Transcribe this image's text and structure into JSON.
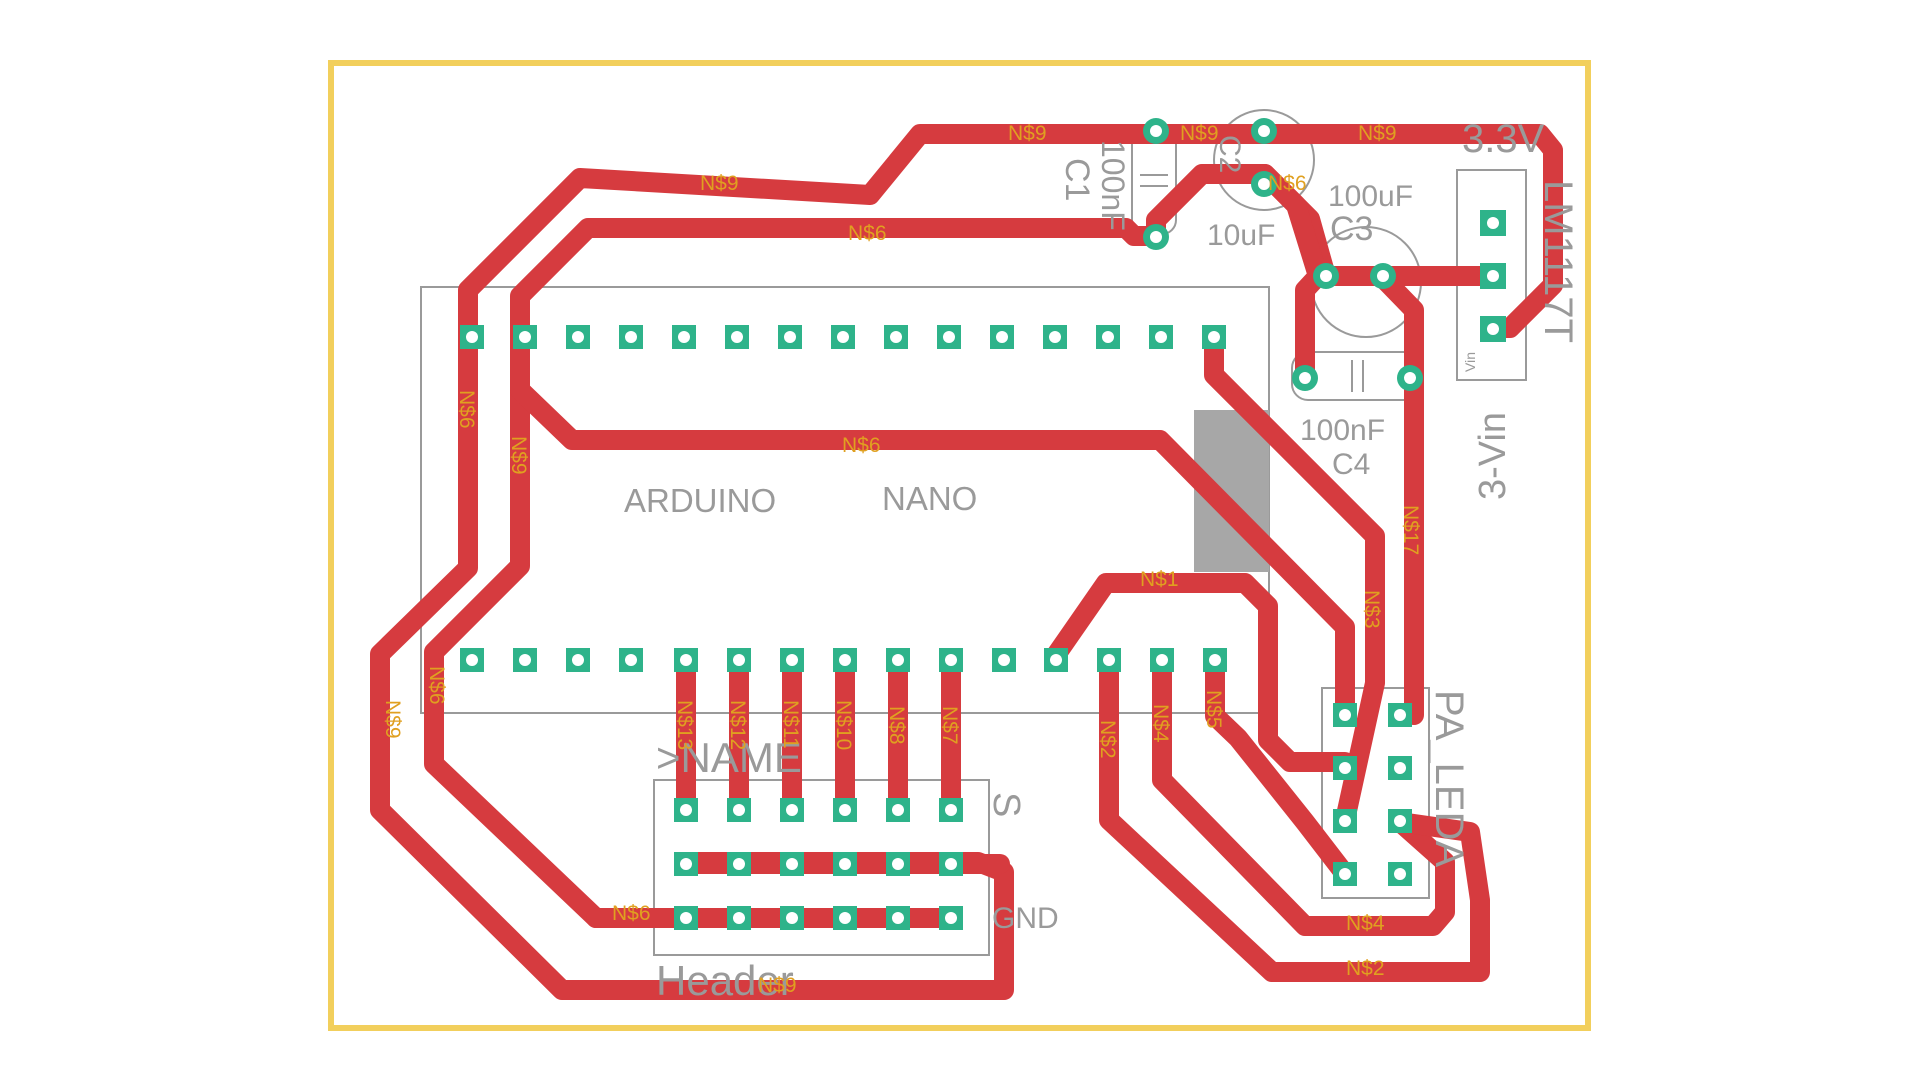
{
  "board": {
    "outline_color": "#f2cf5c",
    "trace_color": "#d63b3f",
    "pad_color": "#2eb38a",
    "silkscreen_color": "#9a9a9a",
    "net_label_color": "#e0a020"
  },
  "silkscreen": {
    "arduino_label": "ARDUINO",
    "nano_label": "NANO",
    "regulator_voltage": "3.3V",
    "regulator_name": "LM1117T",
    "regulator_pkg": "3-Vin",
    "regulator_vin": "Vin",
    "c1_name": "C1",
    "c1_value": "100nF",
    "c2_name": "C2",
    "c2_value": "10uF",
    "c3_name": "C3",
    "c3_value": "100uF",
    "c4_name": "C4",
    "c4_value": "100nF",
    "header_name": ">NAME",
    "header_label": "Header",
    "header_s": "S",
    "header_gnd": "GND",
    "port_label": "PA_LEDA"
  },
  "nets": {
    "n9": "N$9",
    "n6": "N$6",
    "n1": "N$1",
    "n2": "N$2",
    "n3": "N$3",
    "n4": "N$4",
    "n5": "N$5",
    "n7": "N$7",
    "n8": "N$8",
    "n10": "N$10",
    "n11": "N$11",
    "n12": "N$12",
    "n13": "N$13",
    "n17": "N$17"
  }
}
